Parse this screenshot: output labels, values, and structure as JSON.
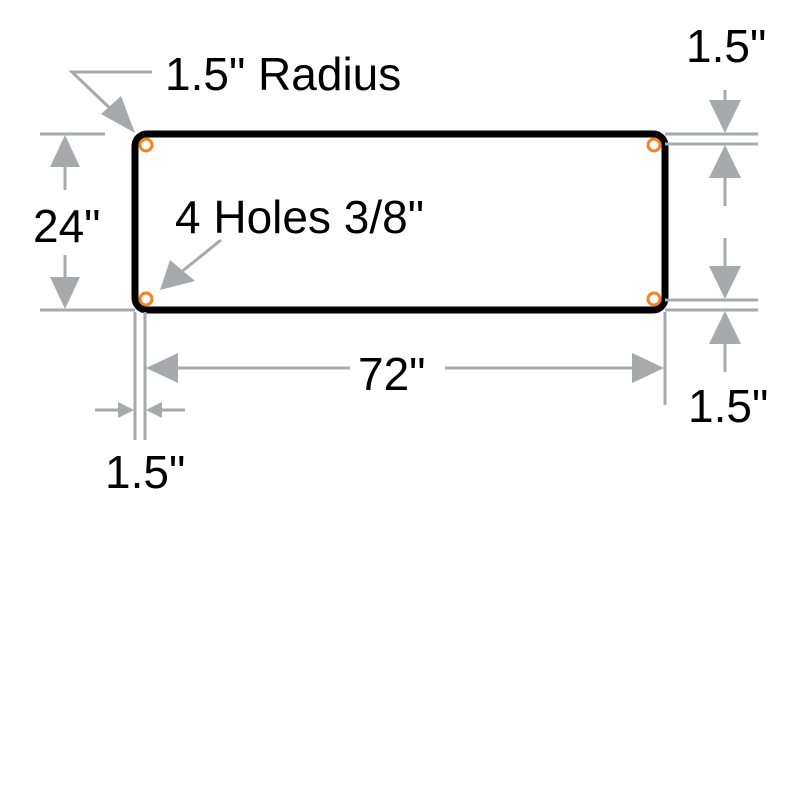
{
  "labels": {
    "radius": "1.5\" Radius",
    "holes": "4 Holes 3/8\"",
    "height": "24\"",
    "width": "72\"",
    "top_margin": "1.5\"",
    "bottom_margin": "1.5\"",
    "side_margin": "1.5\""
  },
  "colors": {
    "dimension": "#a7a9ac",
    "hole": "#f58220",
    "outline": "#000000"
  }
}
